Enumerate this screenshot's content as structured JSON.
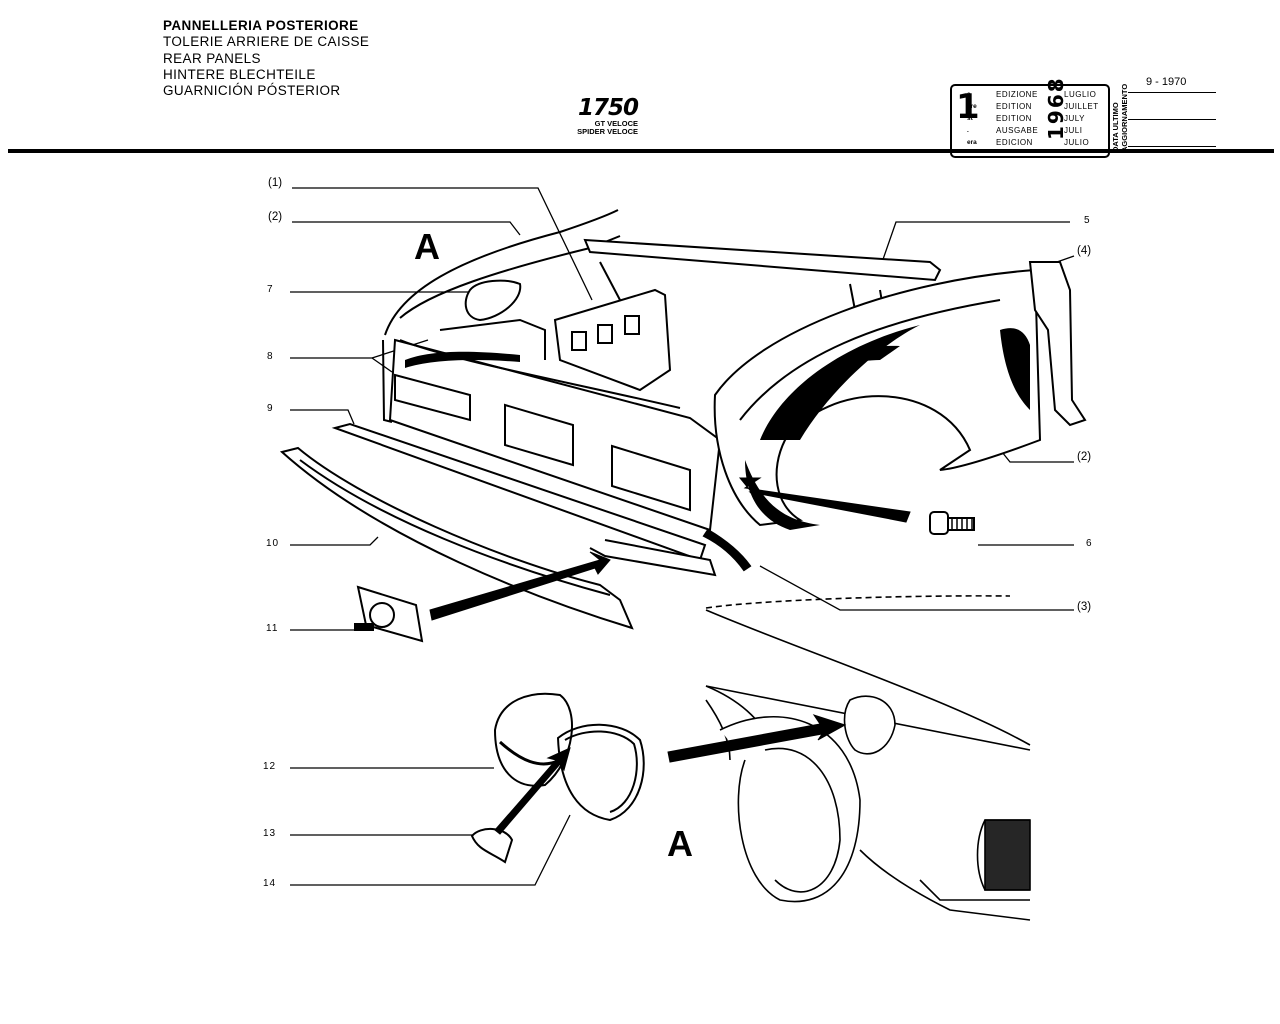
{
  "header": {
    "titles": [
      "PANNELLERIA POSTERIORE",
      "TOLERIE ARRIERE DE CAISSE",
      "REAR PANELS",
      "HINTERE BLECHTEILE",
      "GUARNICIÓN PÓSTERIOR"
    ],
    "model": "1750",
    "variants": [
      "GT VELOCE",
      "SPIDER VELOCE"
    ]
  },
  "edition": {
    "number": "1",
    "suffixes": [
      "a",
      "ere",
      "st",
      ".",
      "era"
    ],
    "words": [
      "EDIZIONE",
      "EDITION",
      "EDITION",
      "AUSGABE",
      "EDICION"
    ],
    "year": "1968",
    "months": [
      "LUGLIO",
      "JUILLET",
      "JULY",
      "JULI",
      "JULIO"
    ],
    "update_label": [
      "DATA ULTIMO",
      "AGGIORNAMENTO"
    ],
    "update_date": "9 - 1970"
  },
  "view_labels": {
    "top": "A",
    "bottom": "A"
  },
  "callouts": {
    "c1": "(1)",
    "c2a": "(2)",
    "c7": "7",
    "c8": "8",
    "c9": "9",
    "c10": "10",
    "c11": "11",
    "c12": "12",
    "c13": "13",
    "c14": "14",
    "c5": "5",
    "c4": "(4)",
    "c2b": "(2)",
    "c6": "6",
    "c3": "(3)"
  }
}
